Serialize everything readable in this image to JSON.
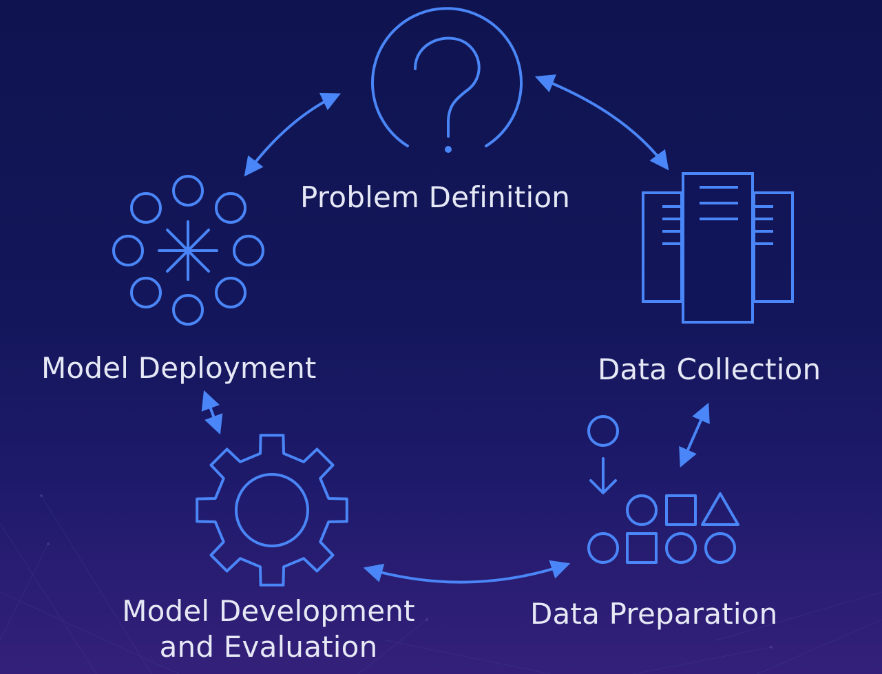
{
  "colors": {
    "background_top": "#0f1450",
    "background_bottom": "#34207a",
    "icon_stroke": "#4a86f7",
    "label_text": "#e6e9f5"
  },
  "stages": {
    "problem_definition": {
      "label": "Problem Definition",
      "icon": "question-mark-circle-icon"
    },
    "data_collection": {
      "label": "Data Collection",
      "icon": "document-stack-icon"
    },
    "data_preparation": {
      "label": "Data Preparation",
      "icon": "shapes-sorting-icon"
    },
    "model_development": {
      "label_line1": "Model Development",
      "label_line2": "and Evaluation",
      "icon": "gear-icon"
    },
    "model_deployment": {
      "label": "Model Deployment",
      "icon": "radial-circles-asterisk-icon"
    }
  },
  "connections": [
    {
      "from": "Problem Definition",
      "to": "Data Collection",
      "direction": "bidirectional"
    },
    {
      "from": "Data Collection",
      "to": "Data Preparation",
      "direction": "bidirectional"
    },
    {
      "from": "Data Preparation",
      "to": "Model Development and Evaluation",
      "direction": "bidirectional"
    },
    {
      "from": "Model Development and Evaluation",
      "to": "Model Deployment",
      "direction": "bidirectional"
    },
    {
      "from": "Model Deployment",
      "to": "Problem Definition",
      "direction": "bidirectional"
    }
  ]
}
